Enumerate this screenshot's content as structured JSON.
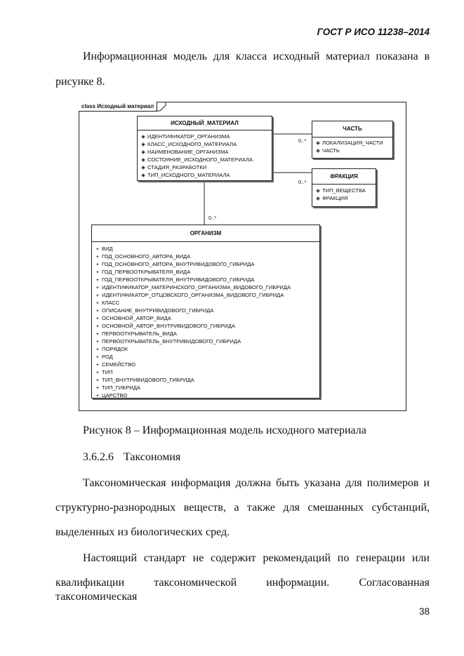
{
  "header": {
    "standard": "ГОСТ Р ИСО 11238–2014"
  },
  "intro": {
    "line1": "Информационная модель для класса исходный материал показана в",
    "line2": "рисунке 8."
  },
  "diagram": {
    "frame_label": "class Исходный материал",
    "classes": {
      "source_material": {
        "name": "ИСХОДНЫЙ_МАТЕРИАЛ",
        "attributes": [
          {
            "marker": "◈",
            "name": "ИДЕНТИФИКАТОР_ОРГАНИЗМА"
          },
          {
            "marker": "◈",
            "name": "КЛАСС_ИСХОДНОГО_МАТЕРИАЛА"
          },
          {
            "marker": "◈",
            "name": "НАИМЕНОВАНИЕ_ОРГАНИЗМА"
          },
          {
            "marker": "◈",
            "name": "СОСТОЯНИЕ_ИСХОДНОГО_МАТЕРИАЛА"
          },
          {
            "marker": "◈",
            "name": "СТАДИЯ_РАЗРАБОТКИ"
          },
          {
            "marker": "◈",
            "name": "ТИП_ИСХОДНОГО_МАТЕРИАЛА"
          }
        ]
      },
      "part": {
        "name": "ЧАСТЬ",
        "attributes": [
          {
            "marker": "◈",
            "name": "ЛОКАЛИЗАЦИЯ_ЧАСТИ"
          },
          {
            "marker": "◈",
            "name": "ЧАСТЬ"
          }
        ]
      },
      "fraction": {
        "name": "ФРАКЦИЯ",
        "attributes": [
          {
            "marker": "◈",
            "name": "ТИП_ВЕЩЕСТВА"
          },
          {
            "marker": "◈",
            "name": "ФРАКЦИЯ"
          }
        ]
      },
      "organism": {
        "name": "ОРГАНИЗМ",
        "attributes": [
          {
            "marker": "+",
            "name": "ВИД"
          },
          {
            "marker": "+",
            "name": "ГОД_ОСНОВНОГО_АВТОРА_ВИДА"
          },
          {
            "marker": "+",
            "name": "ГОД_ОСНОВНОГО_АВТОРА_ВНУТРИВИДОВОГО_ГИБРИДА"
          },
          {
            "marker": "+",
            "name": "ГОД_ПЕРВООТКРЫВАТЕЛЯ_ВИДА"
          },
          {
            "marker": "+",
            "name": "ГОД_ПЕРВООТКРЫВАТЕЛЯ_ВНУТРИВИДОВОГО_ГИБРИДА"
          },
          {
            "marker": "+",
            "name": "ИДЕНТИФИКАТОР_МАТЕРИНСКОГО_ОРГАНИЗМА_ВИДОВОГО_ГИБРИДА"
          },
          {
            "marker": "+",
            "name": "ИДЕНТИФИКАТОР_ОТЦОВСКОГО_ОРГАНИЗМА_ВИДОВОГО_ГИБРИДА"
          },
          {
            "marker": "+",
            "name": "КЛАСС"
          },
          {
            "marker": "+",
            "name": "ОПИСАНИЕ_ВНУТРИВИДОВОГО_ГИБРИДА"
          },
          {
            "marker": "+",
            "name": "ОСНОВНОЙ_АВТОР_ВИДА"
          },
          {
            "marker": "+",
            "name": "ОСНОВНОЙ_АВТОР_ВНУТРИВИДОВОГО_ГИБРИДА"
          },
          {
            "marker": "+",
            "name": "ПЕРВООТКРЫВАТЕЛЬ_ВИДА"
          },
          {
            "marker": "+",
            "name": "ПЕРВООТКРЫВАТЕЛЬ_ВНУТРИВИДОВОГО_ГИБРИДА"
          },
          {
            "marker": "+",
            "name": "ПОРЯДОК"
          },
          {
            "marker": "+",
            "name": "РОД"
          },
          {
            "marker": "+",
            "name": "СЕМЕЙСТВО"
          },
          {
            "marker": "+",
            "name": "ТИП"
          },
          {
            "marker": "+",
            "name": "ТИП_ВНУТРИВИДОВОГО_ГИБРИДА"
          },
          {
            "marker": "+",
            "name": "ТИП_ГИБРИДА"
          },
          {
            "marker": "+",
            "name": "ЦАРСТВО"
          }
        ]
      }
    },
    "multiplicities": {
      "part": "0..*",
      "fraction": "0..*",
      "organism": "0..*"
    }
  },
  "figure_caption": "Рисунок 8 – Информационная модель исходного материала",
  "section": {
    "number": "3.6.2.6",
    "title": "Таксономия"
  },
  "paragraph1": {
    "line1": "Таксономическая информация должна быть указана для полимеров и",
    "line2": "структурно-разнородных веществ, а также для смешанных субстанций,",
    "line3": "выделенных из биологических сред."
  },
  "paragraph2": {
    "line1": "Настоящий стандарт не содержит рекомендаций по генерации или",
    "line2": "квалификации таксономической информации. Согласованная таксономическая"
  },
  "page_number": "38"
}
